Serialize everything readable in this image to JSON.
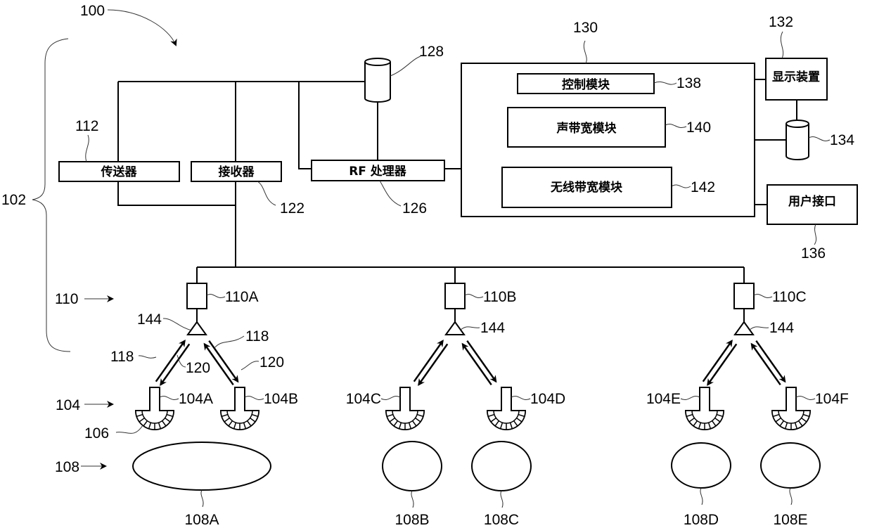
{
  "figure": {
    "system_ref": "100",
    "bracket_ref": "102",
    "blocks": {
      "transmitter": {
        "label": "传送器",
        "ref": "112"
      },
      "receiver": {
        "label": "接收器",
        "ref": "122"
      },
      "rf_processor": {
        "label": "RF 处理器",
        "ref": "126"
      },
      "storage_128": {
        "ref": "128"
      },
      "processor": {
        "ref": "130"
      },
      "control_module": {
        "label": "控制模块",
        "ref": "138"
      },
      "acoustic_bandwidth_module": {
        "label": "声带宽模块",
        "ref": "140"
      },
      "wireless_bandwidth_module": {
        "label": "无线带宽模块",
        "ref": "142"
      },
      "display": {
        "label": "显示装置",
        "ref": "132"
      },
      "storage_134": {
        "ref": "134"
      },
      "user_interface": {
        "label": "用户接口",
        "ref": "136"
      }
    },
    "group_labels": {
      "beamformers": "110",
      "probes": "104",
      "regions": "108"
    },
    "beamformers": [
      {
        "ref": "110A",
        "antenna_ref": "144"
      },
      {
        "ref": "110B",
        "antenna_ref": "144"
      },
      {
        "ref": "110C",
        "antenna_ref": "144"
      }
    ],
    "signal_refs": {
      "downlink": "118",
      "uplink": "120"
    },
    "probes": [
      "104A",
      "104B",
      "104C",
      "104D",
      "104E",
      "104F"
    ],
    "element_ref": "106",
    "regions": [
      "108A",
      "108B",
      "108C",
      "108D",
      "108E"
    ]
  }
}
